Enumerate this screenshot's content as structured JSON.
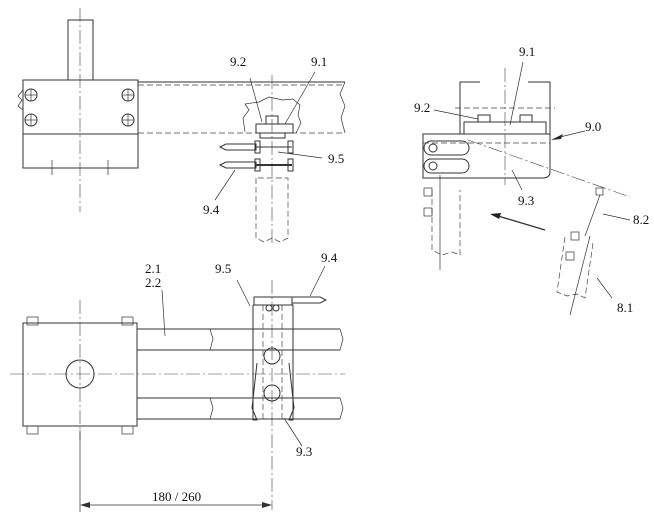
{
  "labels": {
    "top_view": {
      "l92": "9.2",
      "l91": "9.1",
      "l95": "9.5",
      "l94": "9.4"
    },
    "plan_view": {
      "l21": "2.1",
      "l22": "2.2",
      "l95": "9.5",
      "l94": "9.4",
      "l93": "9.3"
    },
    "side_view": {
      "l91": "9.1",
      "l92": "9.2",
      "l90": "9.0",
      "l93": "9.3",
      "l82": "8.2",
      "l81": "8.1"
    }
  },
  "dimension": {
    "value": "180 / 260"
  },
  "colors": {
    "line": "#333333",
    "background": "#ffffff"
  }
}
